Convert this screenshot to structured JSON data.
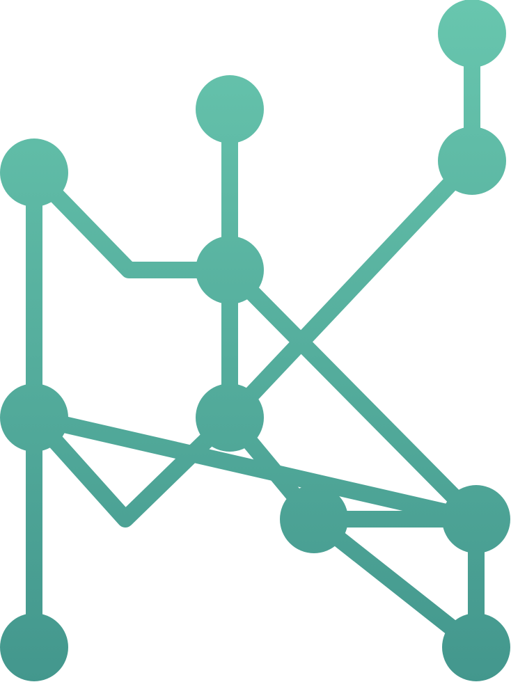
{
  "diagram": {
    "kind": "node-link network icon",
    "colors": {
      "gradient_top": "#68c6ae",
      "gradient_bottom": "#43978d",
      "background": "#ffffff"
    },
    "nodes": [
      {
        "id": "n1"
      },
      {
        "id": "n2"
      },
      {
        "id": "n3"
      },
      {
        "id": "n4"
      },
      {
        "id": "n5"
      },
      {
        "id": "n6"
      },
      {
        "id": "n7"
      },
      {
        "id": "n8"
      },
      {
        "id": "n9"
      },
      {
        "id": "n10"
      },
      {
        "id": "n11"
      }
    ],
    "edges": [
      {
        "id": "e1",
        "from": "n3",
        "to": "n6"
      },
      {
        "id": "e2",
        "from": "n6",
        "to": "n11"
      },
      {
        "id": "e3",
        "from": "n3",
        "to": "n5"
      },
      {
        "id": "e4",
        "from": "n2",
        "to": "n5"
      },
      {
        "id": "e5",
        "from": "n5",
        "to": "n7"
      },
      {
        "id": "e6",
        "from": "n1",
        "to": "n4"
      },
      {
        "id": "e7",
        "from": "n4",
        "to": "n7"
      },
      {
        "id": "e8",
        "from": "n6",
        "to": "n7"
      },
      {
        "id": "e9",
        "from": "n6",
        "to": "n9"
      },
      {
        "id": "e10",
        "from": "n7",
        "to": "n8"
      },
      {
        "id": "e11",
        "from": "n8",
        "to": "n9"
      },
      {
        "id": "e12",
        "from": "n8",
        "to": "n10"
      },
      {
        "id": "e13",
        "from": "n9",
        "to": "n10"
      },
      {
        "id": "e14",
        "from": "n5",
        "to": "n9"
      }
    ]
  }
}
